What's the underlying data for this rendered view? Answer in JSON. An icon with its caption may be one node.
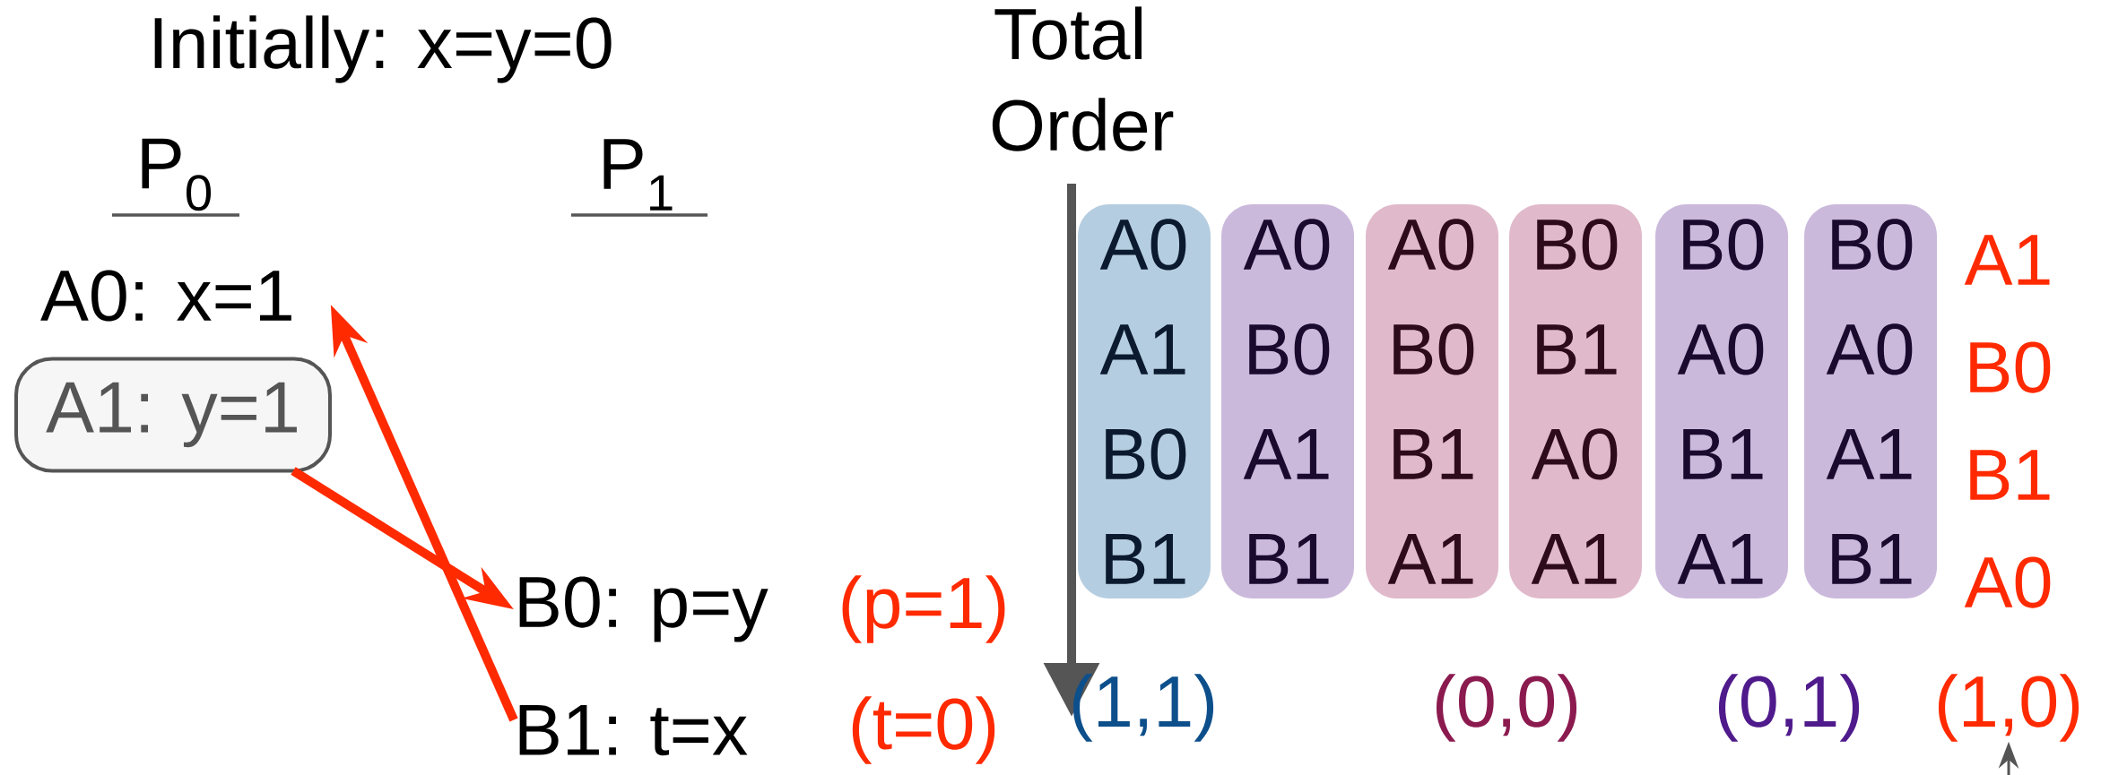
{
  "diagram": {
    "nodes": [
      {
        "text": [
          "A0: x=1"
        ]
      },
      {
        "text": [
          "A1: y=1"
        ]
      },
      {
        "text": [
          "B0: p=y"
        ],
        "beside": [
          "(p=1)"
        ]
      },
      {
        "text": [
          "B1: t=x"
        ],
        "beside": [
          "(t=0)"
        ]
      },
      {
        "text": [
          "A0",
          "A1",
          "B0",
          "B1"
        ]
      },
      {
        "text": [
          "A0",
          "B0",
          "A1",
          "B1"
        ]
      },
      {
        "text": [
          "A0",
          "B0",
          "B1",
          "A1"
        ]
      },
      {
        "text": [
          "B0",
          "B1",
          "A0",
          "A1"
        ]
      },
      {
        "text": [
          "B0",
          "A0",
          "B1",
          "A1"
        ]
      },
      {
        "text": [
          "B0",
          "A0",
          "A1",
          "B1"
        ]
      },
      {
        "text": [
          "(1,0)"
        ]
      }
    ],
    "edges": [
      {
        "from": 1,
        "to": 2,
        "arrow": "to"
      },
      {
        "from": 3,
        "to": 0,
        "arrow": "to"
      },
      {
        "from": null,
        "to": 10,
        "arrow": "to",
        "color": "#555555"
      }
    ],
    "labels": [
      "Initially: x=y=0",
      "Total Order",
      "P$_{0}$",
      "P$_{1}$",
      "A1",
      "B0",
      "B1",
      "A0",
      "(1,1)",
      "(0,0)",
      "(0,1)"
    ]
  }
}
